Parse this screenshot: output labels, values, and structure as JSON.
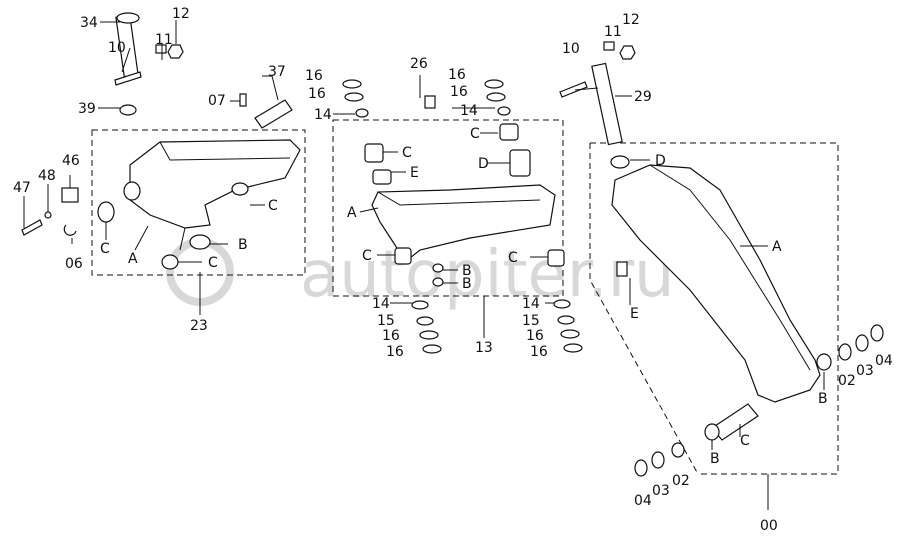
{
  "watermark": "autopiter.ru",
  "labels": {
    "l34": "34",
    "l12a": "12",
    "l10a": "10",
    "l11a": "11",
    "l37": "37",
    "l07": "07",
    "l39": "39",
    "l46": "46",
    "l48": "48",
    "l47": "47",
    "l06": "06",
    "lC1": "C",
    "lA1": "A",
    "lB1": "B",
    "lC2": "C",
    "lC3": "C",
    "l23": "23",
    "l16a": "16",
    "l16b": "16",
    "l26": "26",
    "l16c": "16",
    "l16d": "16",
    "l14a": "14",
    "l14b": "14",
    "lC4": "C",
    "lC5": "C",
    "lE1": "E",
    "lD1": "D",
    "lA2": "A",
    "lC6": "C",
    "lC7": "C",
    "lB2": "B",
    "lB3": "B",
    "l14c": "14",
    "l15a": "15",
    "l16e": "16",
    "l16f": "16",
    "l14d": "14",
    "l15b": "15",
    "l16g": "16",
    "l16h": "16",
    "l13": "13",
    "l10b": "10",
    "l11b": "11",
    "l12b": "12",
    "l29": "29",
    "lD2": "D",
    "lA3": "A",
    "lE2": "E",
    "lB4": "B",
    "l04a": "04",
    "l03a": "03",
    "l02a": "02",
    "lC8": "C",
    "lB5": "B",
    "l02b": "02",
    "l03b": "03",
    "l04b": "04",
    "l00": "00"
  }
}
